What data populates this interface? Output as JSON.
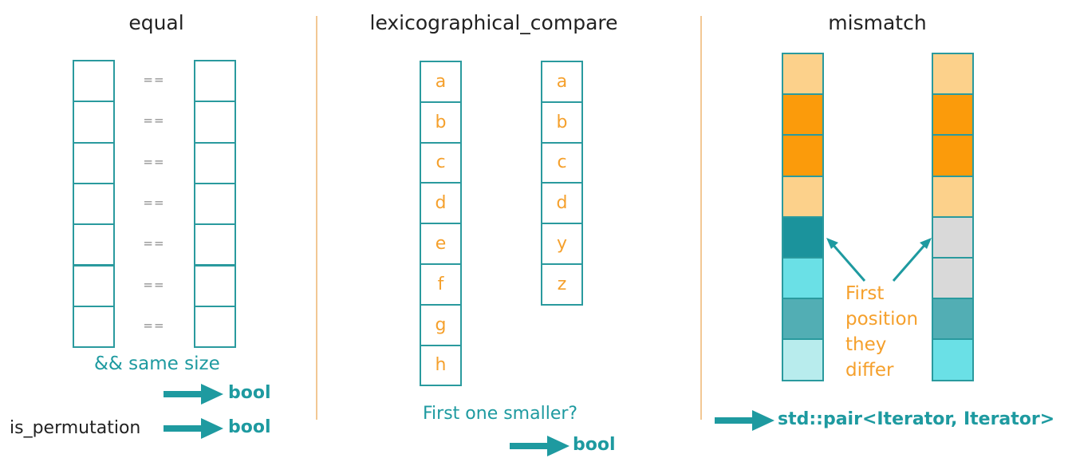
{
  "colors": {
    "teal": "#1e9aa0",
    "orange": "#f5a02c",
    "light_orange": "#fcd18b",
    "dark_orange": "#fb9b0b",
    "dark_teal": "#1b939c",
    "cyan": "#6ae0e6",
    "mid_teal": "#52aeb4",
    "pale_cyan": "#b8eced",
    "gray": "#d9d9d9",
    "divider": "#f2c894"
  },
  "equal": {
    "title": "equal",
    "eq_symbol": "==",
    "rows": 7,
    "same_size": "&& same size",
    "bool": "bool"
  },
  "is_permutation": {
    "label": "is_permutation",
    "bool": "bool"
  },
  "lexicographical_compare": {
    "title": "lexicographical_compare",
    "left": [
      "a",
      "b",
      "c",
      "d",
      "e",
      "f",
      "g",
      "h"
    ],
    "right": [
      "a",
      "b",
      "c",
      "d",
      "y",
      "z"
    ],
    "question": "First one smaller?",
    "bool": "bool"
  },
  "mismatch": {
    "title": "mismatch",
    "left_colors": [
      "light_orange",
      "dark_orange",
      "dark_orange",
      "light_orange",
      "dark_teal",
      "cyan",
      "mid_teal",
      "pale_cyan"
    ],
    "right_colors": [
      "light_orange",
      "dark_orange",
      "dark_orange",
      "light_orange",
      "gray",
      "gray",
      "mid_teal",
      "cyan"
    ],
    "note": [
      "First",
      "position",
      "they",
      "differ"
    ],
    "result": "std::pair<Iterator, Iterator>"
  }
}
